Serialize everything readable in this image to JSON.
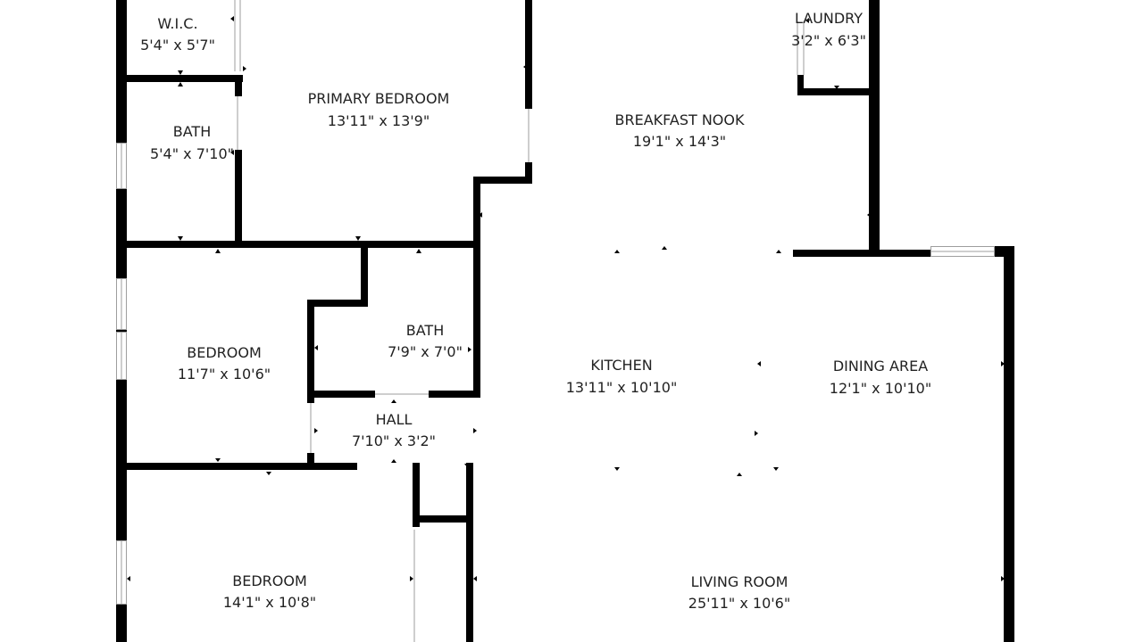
{
  "colors": {
    "wall": "#000000",
    "window": "#9e9e9e",
    "text": "#222222",
    "background": "#ffffff"
  },
  "rooms": [
    {
      "id": "wic",
      "name": "W.I.C.",
      "dims": "5'4\" x 5'7\""
    },
    {
      "id": "primary_bedroom",
      "name": "PRIMARY BEDROOM",
      "dims": "13'11\" x 13'9\""
    },
    {
      "id": "laundry",
      "name": "LAUNDRY",
      "dims": "3'2\" x 6'3\""
    },
    {
      "id": "breakfast_nook",
      "name": "BREAKFAST NOOK",
      "dims": "19'1\" x 14'3\""
    },
    {
      "id": "bath_primary",
      "name": "BATH",
      "dims": "5'4\" x 7'10\""
    },
    {
      "id": "bedroom_2",
      "name": "BEDROOM",
      "dims": "11'7\" x 10'6\""
    },
    {
      "id": "bath_hall",
      "name": "BATH",
      "dims": "7'9\" x 7'0\""
    },
    {
      "id": "kitchen",
      "name": "KITCHEN",
      "dims": "13'11\" x 10'10\""
    },
    {
      "id": "dining_area",
      "name": "DINING AREA",
      "dims": "12'1\" x 10'10\""
    },
    {
      "id": "hall",
      "name": "HALL",
      "dims": "7'10\" x 3'2\""
    },
    {
      "id": "bedroom_3",
      "name": "BEDROOM",
      "dims": "14'1\" x 10'8\""
    },
    {
      "id": "living_room",
      "name": "LIVING ROOM",
      "dims": "25'11\" x 10'6\""
    }
  ]
}
